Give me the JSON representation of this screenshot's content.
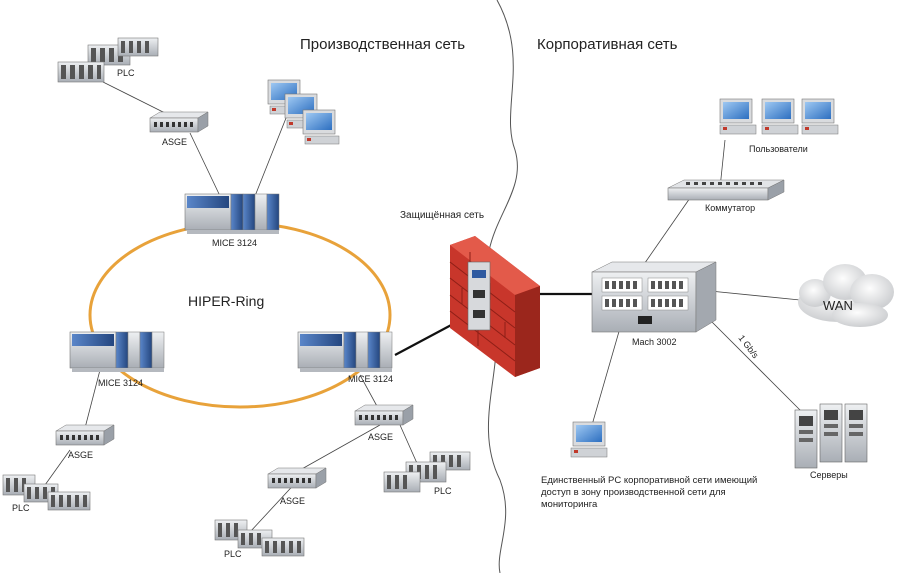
{
  "labels": {
    "prod_net": "Производственная сеть",
    "corp_net": "Корпоративная сеть",
    "protected_net": "Защищённая сеть",
    "hiper_ring": "HIPER-Ring",
    "mice_top": "MICE 3124",
    "mice_left": "MICE 3124",
    "mice_right": "MICE 3124",
    "asge_top": "ASGE",
    "asge_left": "ASGE",
    "asge_right": "ASGE",
    "asge_bottom": "ASGE",
    "plc_top": "PLC",
    "plc_left": "PLC",
    "plc_right": "PLC",
    "plc_bottom": "PLC",
    "users": "Пользователи",
    "switch": "Коммутатор",
    "mach": "Mach 3002",
    "wan": "WAN",
    "gbs": "1 Gb/s",
    "servers": "Серверы",
    "monitor_pc_line1": "Единственный PC корпоративной сети имеющий",
    "monitor_pc_line2": "доступ в зону производственной сети для",
    "monitor_pc_line3": "мониторинга"
  },
  "colors": {
    "ring": "#e8a23a",
    "firewall": "#c8362b",
    "brick_line": "#8e1f17",
    "line": "#444444",
    "thick_line": "#111111",
    "device_blue": "#2f5aa0",
    "device_gray": "#c9ccd1"
  }
}
